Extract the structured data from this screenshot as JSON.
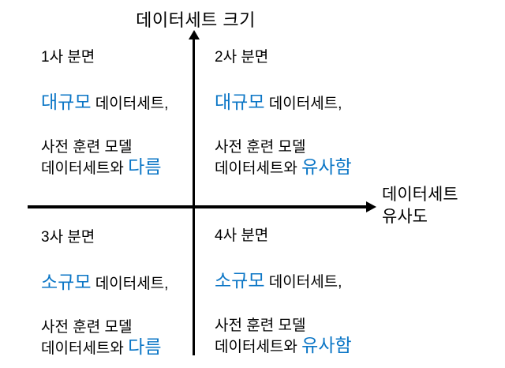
{
  "axes": {
    "y_axis_title": "데이터세트 크기",
    "x_axis_label_line1": "데이터세트",
    "x_axis_label_line2": "유사도"
  },
  "colors": {
    "accent_blue": "#0b76c6",
    "text": "#000000",
    "background": "#ffffff",
    "axis": "#000000"
  },
  "quadrants": [
    {
      "title": "1사 분면",
      "size_highlight": "대규모",
      "size_rest": " 데이터세트,",
      "desc_line1": "사전 훈련 모델",
      "desc_prefix": "데이터세트와 ",
      "desc_highlight": "다름"
    },
    {
      "title": "2사 분면",
      "size_highlight": "대규모",
      "size_rest": " 데이터세트,",
      "desc_line1": "사전 훈련 모델",
      "desc_prefix": "데이터세트와 ",
      "desc_highlight": "유사함"
    },
    {
      "title": "3사 분면",
      "size_highlight": "소규모",
      "size_rest": " 데이터세트,",
      "desc_line1": "사전 훈련 모델",
      "desc_prefix": "데이터세트와 ",
      "desc_highlight": "다름"
    },
    {
      "title": "4사 분면",
      "size_highlight": "소규모",
      "size_rest": " 데이터세트,",
      "desc_line1": "사전 훈련 모델",
      "desc_prefix": "데이터세트와 ",
      "desc_highlight": "유사함"
    }
  ]
}
